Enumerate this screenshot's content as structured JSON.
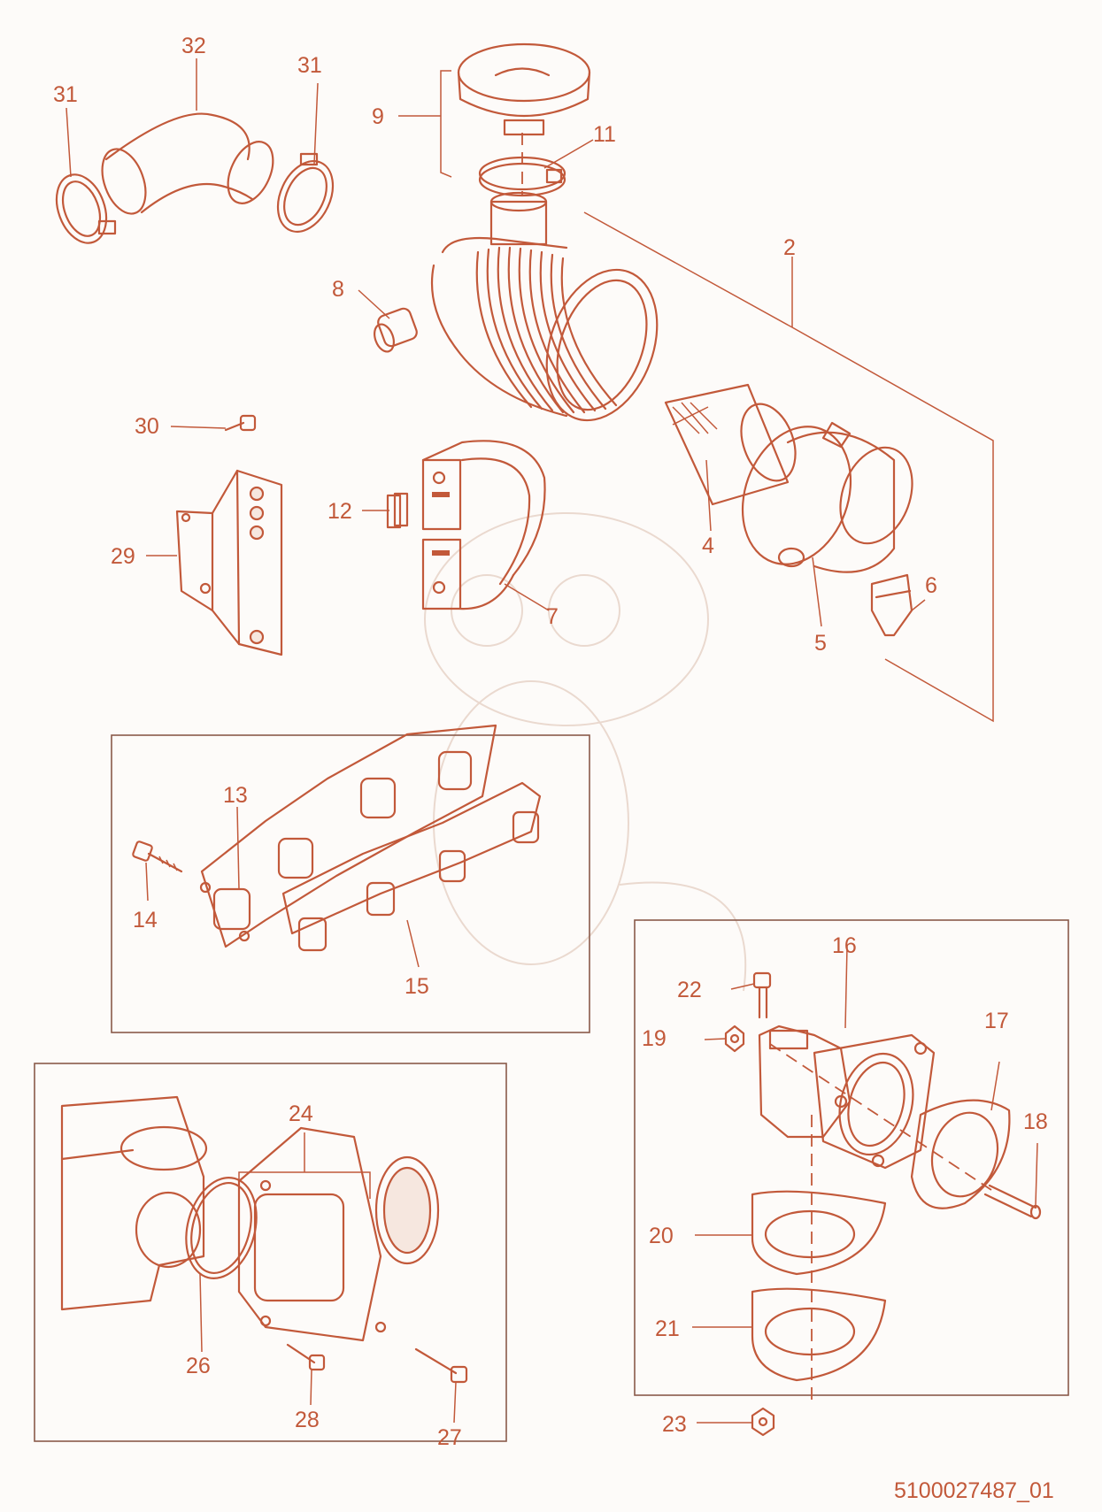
{
  "callouts": [
    {
      "label": "31",
      "key": "31a"
    },
    {
      "label": "32",
      "key": "32"
    },
    {
      "label": "31",
      "key": "31b"
    },
    {
      "label": "9",
      "key": "9"
    },
    {
      "label": "11",
      "key": "11"
    },
    {
      "label": "2",
      "key": "2"
    },
    {
      "label": "8",
      "key": "8"
    },
    {
      "label": "30",
      "key": "30"
    },
    {
      "label": "12",
      "key": "12"
    },
    {
      "label": "29",
      "key": "29"
    },
    {
      "label": "4",
      "key": "4"
    },
    {
      "label": "7",
      "key": "7"
    },
    {
      "label": "6",
      "key": "6"
    },
    {
      "label": "5",
      "key": "5"
    },
    {
      "label": "13",
      "key": "13"
    },
    {
      "label": "14",
      "key": "14"
    },
    {
      "label": "15",
      "key": "15"
    },
    {
      "label": "16",
      "key": "16"
    },
    {
      "label": "22",
      "key": "22"
    },
    {
      "label": "17",
      "key": "17"
    },
    {
      "label": "19",
      "key": "19"
    },
    {
      "label": "18",
      "key": "18"
    },
    {
      "label": "24",
      "key": "24"
    },
    {
      "label": "20",
      "key": "20"
    },
    {
      "label": "21",
      "key": "21"
    },
    {
      "label": "26",
      "key": "26"
    },
    {
      "label": "23",
      "key": "23"
    },
    {
      "label": "28",
      "key": "28"
    },
    {
      "label": "27",
      "key": "27"
    }
  ],
  "drawing_number": "5100027487_01",
  "colors": {
    "line": "#c2593a",
    "background": "#fdfbf9",
    "frame": "#8a5a4a"
  }
}
